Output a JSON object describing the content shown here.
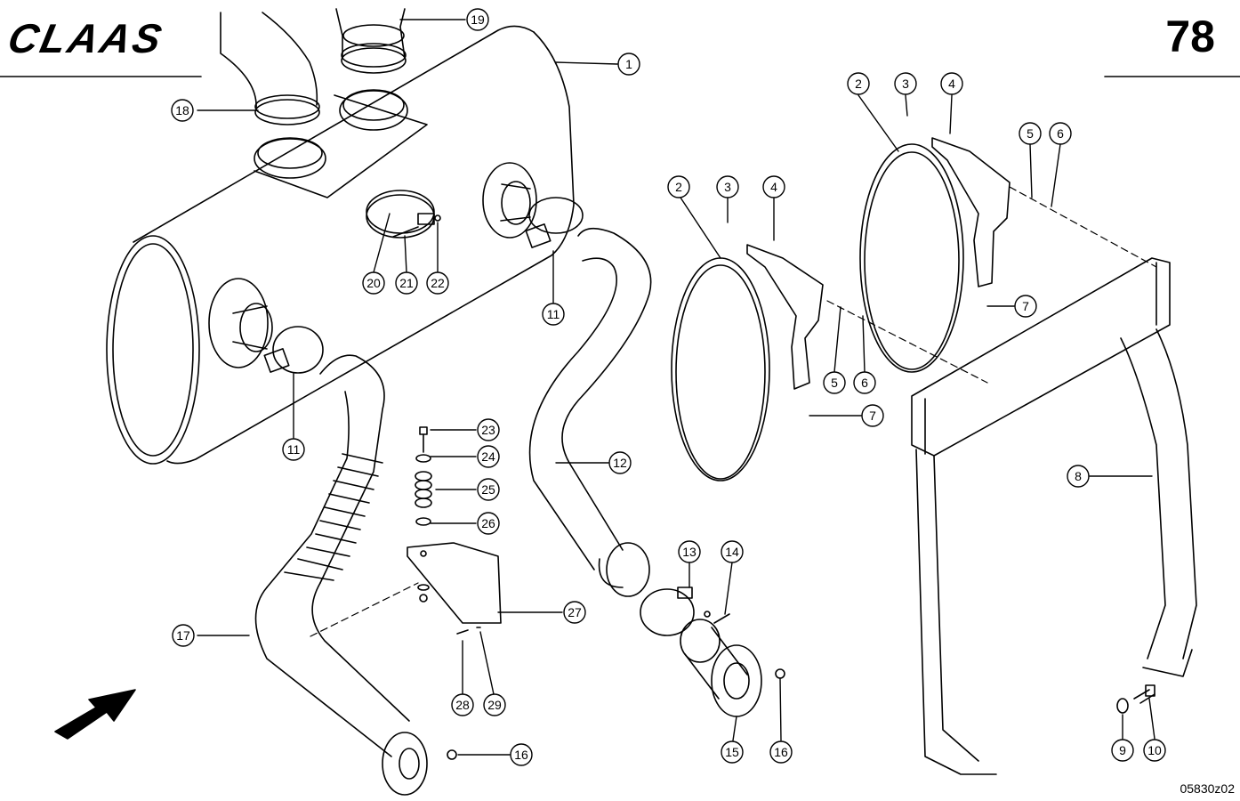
{
  "header": {
    "brand": "CLAAS",
    "page_number": "78"
  },
  "drawing_code": "05830z02",
  "callouts": [
    "1",
    "2",
    "2",
    "3",
    "3",
    "4",
    "4",
    "5",
    "5",
    "6",
    "6",
    "7",
    "7",
    "8",
    "9",
    "10",
    "11",
    "11",
    "12",
    "13",
    "14",
    "15",
    "16",
    "16",
    "17",
    "18",
    "19",
    "20",
    "21",
    "22",
    "23",
    "24",
    "25",
    "26",
    "27",
    "28",
    "29"
  ],
  "colors": {
    "line": "#000000",
    "background": "#ffffff"
  }
}
